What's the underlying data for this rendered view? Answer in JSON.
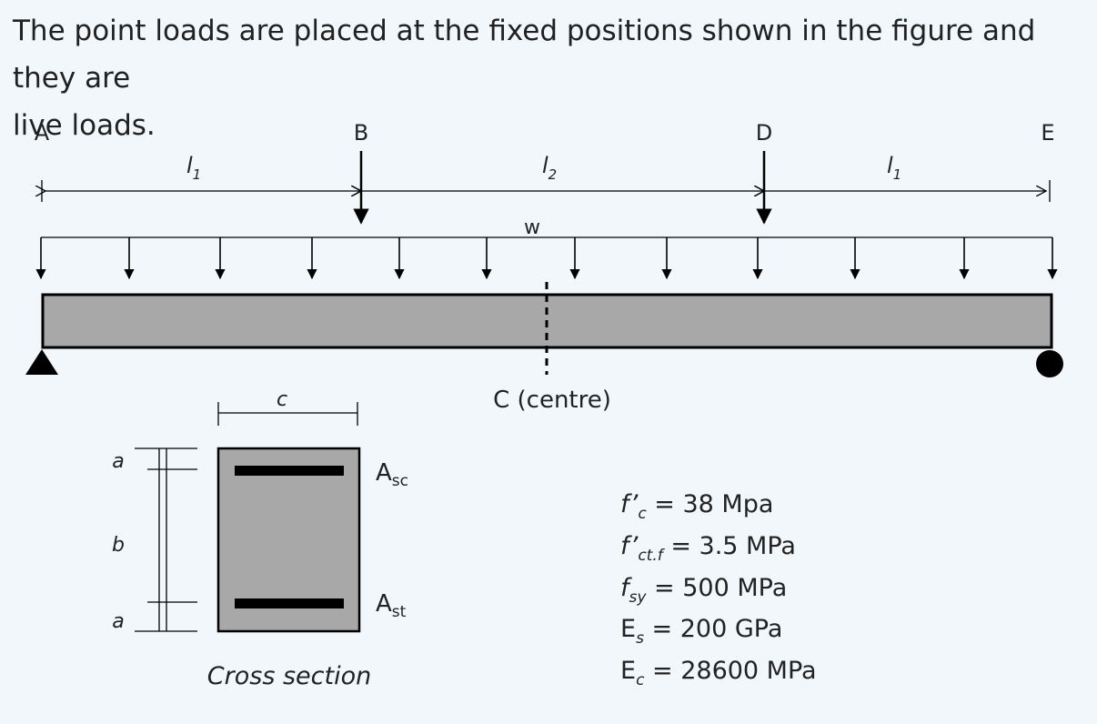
{
  "intro": {
    "line1": "The point loads are placed at the fixed positions shown in the figure and they are",
    "line2": "live loads."
  },
  "beam": {
    "points": [
      "A",
      "B",
      "D",
      "E"
    ],
    "span_labels": [
      "l",
      "1",
      "l",
      "2",
      "l",
      "1"
    ],
    "udl_label": "w",
    "centre_label": "C (centre)"
  },
  "section": {
    "width_label": "c",
    "dim_labels": [
      "a",
      "b",
      "a"
    ],
    "asc_main": "A",
    "asc_sub": "sc",
    "ast_main": "A",
    "ast_sub": "st",
    "caption": "Cross section"
  },
  "properties": [
    {
      "sym": "f’",
      "sub": "c",
      "rest": " = 38 Mpa"
    },
    {
      "sym": "f’",
      "sub": "ct.f",
      "rest": " = 3.5 MPa"
    },
    {
      "sym": "f",
      "sub": "sy",
      "rest": " = 500 MPa"
    },
    {
      "sym": "E",
      "sub": "s",
      "rest": " = 200 GPa"
    },
    {
      "sym": "E",
      "sub": "c",
      "rest": " = 28600 MPa"
    }
  ],
  "colors": {
    "beam_fill": "#a8a8a8",
    "ink": "#000000",
    "background": "#f1f7fb"
  }
}
